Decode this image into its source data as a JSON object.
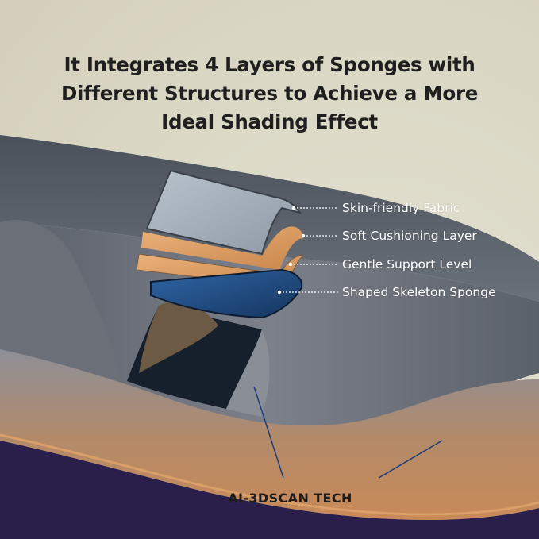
{
  "headline": {
    "line1": "It Integrates 4 Layers of Sponges with",
    "line2": "Different Structures to Achieve a More",
    "line3": "Ideal Shading Effect"
  },
  "layers": [
    {
      "label": "Skin-friendly Fabric",
      "color": "#9aa6b2"
    },
    {
      "label": "Soft Cushioning Layer",
      "color": "#d99a5c"
    },
    {
      "label": "Gentle Support Level",
      "color": "#d9975a"
    },
    {
      "label": "Shaped Skeleton Sponge",
      "color": "#1f4f88"
    }
  ],
  "tech_label": "AI-3DSCAN TECH",
  "colors": {
    "background": "#dedcca",
    "fabric": "#5f6670",
    "cushion": "#c98a58",
    "skeleton": "#1f4f88",
    "base": "#2a1f4a"
  }
}
